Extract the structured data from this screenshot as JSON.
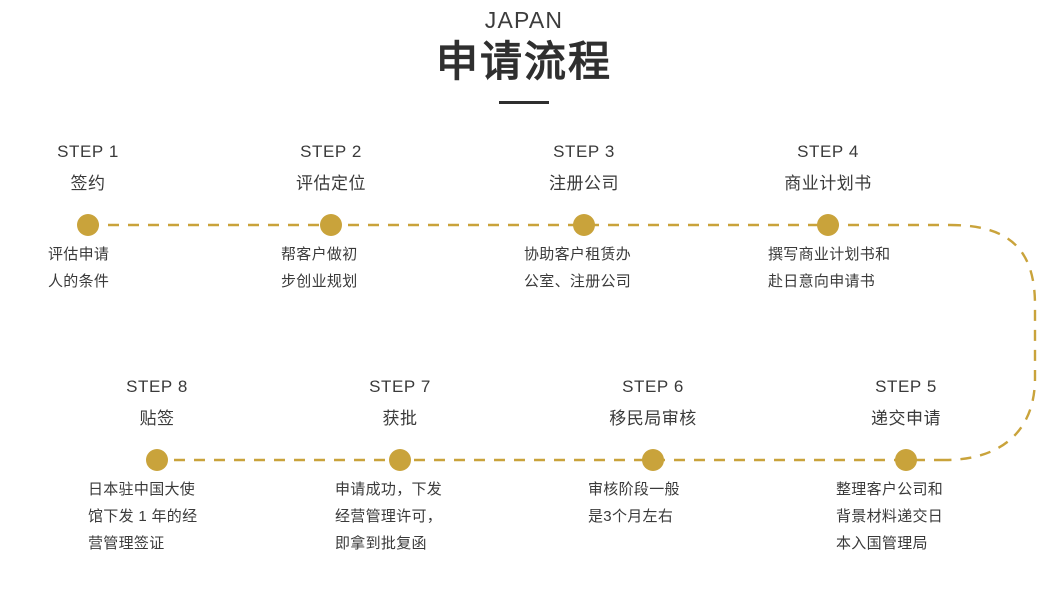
{
  "header": {
    "eyebrow": "JAPAN",
    "title": "申请流程",
    "divider": "divider"
  },
  "theme": {
    "accent": "#c9a33b",
    "text": "#3a3a3a",
    "title": "#2f2f2f",
    "background": "#ffffff"
  },
  "timeline": {
    "rows": [
      {
        "row": 1,
        "direction": "left-to-right",
        "steps": [
          {
            "num": "STEP 1",
            "name": "签约",
            "desc": "评估申请\n人的条件"
          },
          {
            "num": "STEP 2",
            "name": "评估定位",
            "desc": "帮客户做初\n步创业规划"
          },
          {
            "num": "STEP 3",
            "name": "注册公司",
            "desc": "协助客户租赁办\n公室、注册公司"
          },
          {
            "num": "STEP 4",
            "name": "商业计划书",
            "desc": "撰写商业计划书和\n赴日意向申请书"
          }
        ]
      },
      {
        "row": 2,
        "direction": "right-to-left",
        "steps": [
          {
            "num": "STEP 8",
            "name": "贴签",
            "desc": "日本驻中国大使\n馆下发 1 年的经\n营管理签证"
          },
          {
            "num": "STEP 7",
            "name": "获批",
            "desc": "申请成功，下发\n经营管理许可，\n即拿到批复函"
          },
          {
            "num": "STEP 6",
            "name": "移民局审核",
            "desc": "审核阶段一般\n是3个月左右"
          },
          {
            "num": "STEP 5",
            "name": "递交申请",
            "desc": "整理客户公司和\n背景材料递交日\n本入国管理局"
          }
        ]
      }
    ]
  }
}
